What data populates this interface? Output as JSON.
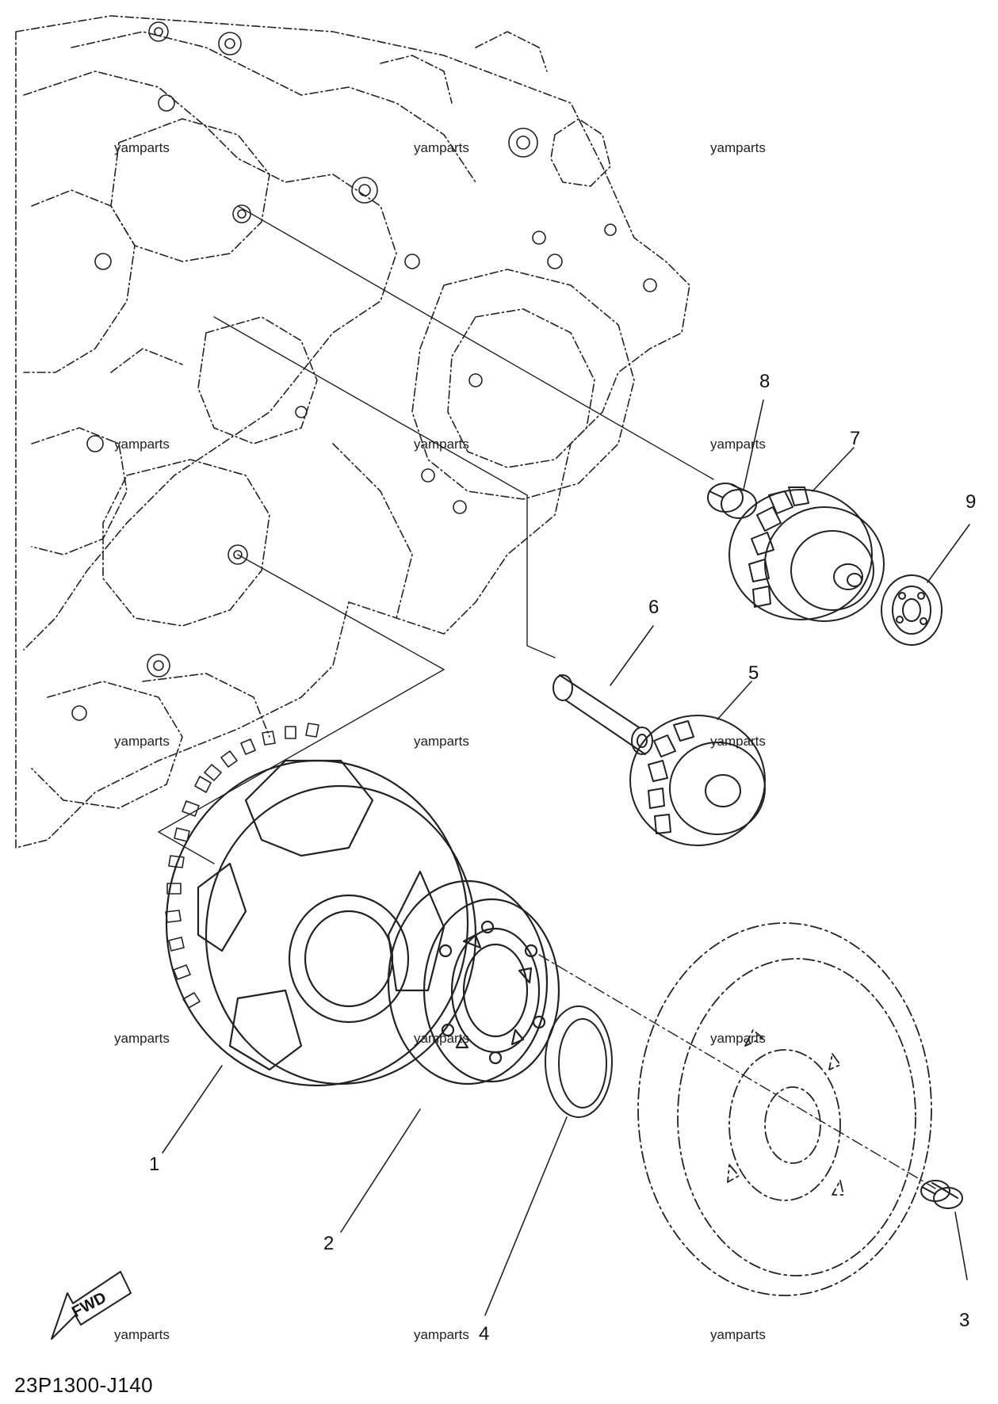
{
  "diagram": {
    "code": "23P1300-J140",
    "forward_marker": "FWD",
    "watermark": "yamparts",
    "callouts": [
      {
        "id": "1",
        "label": "1"
      },
      {
        "id": "2",
        "label": "2"
      },
      {
        "id": "3",
        "label": "3"
      },
      {
        "id": "4",
        "label": "4"
      },
      {
        "id": "5",
        "label": "5"
      },
      {
        "id": "6",
        "label": "6"
      },
      {
        "id": "7",
        "label": "7"
      },
      {
        "id": "8",
        "label": "8"
      },
      {
        "id": "9",
        "label": "9"
      }
    ]
  }
}
